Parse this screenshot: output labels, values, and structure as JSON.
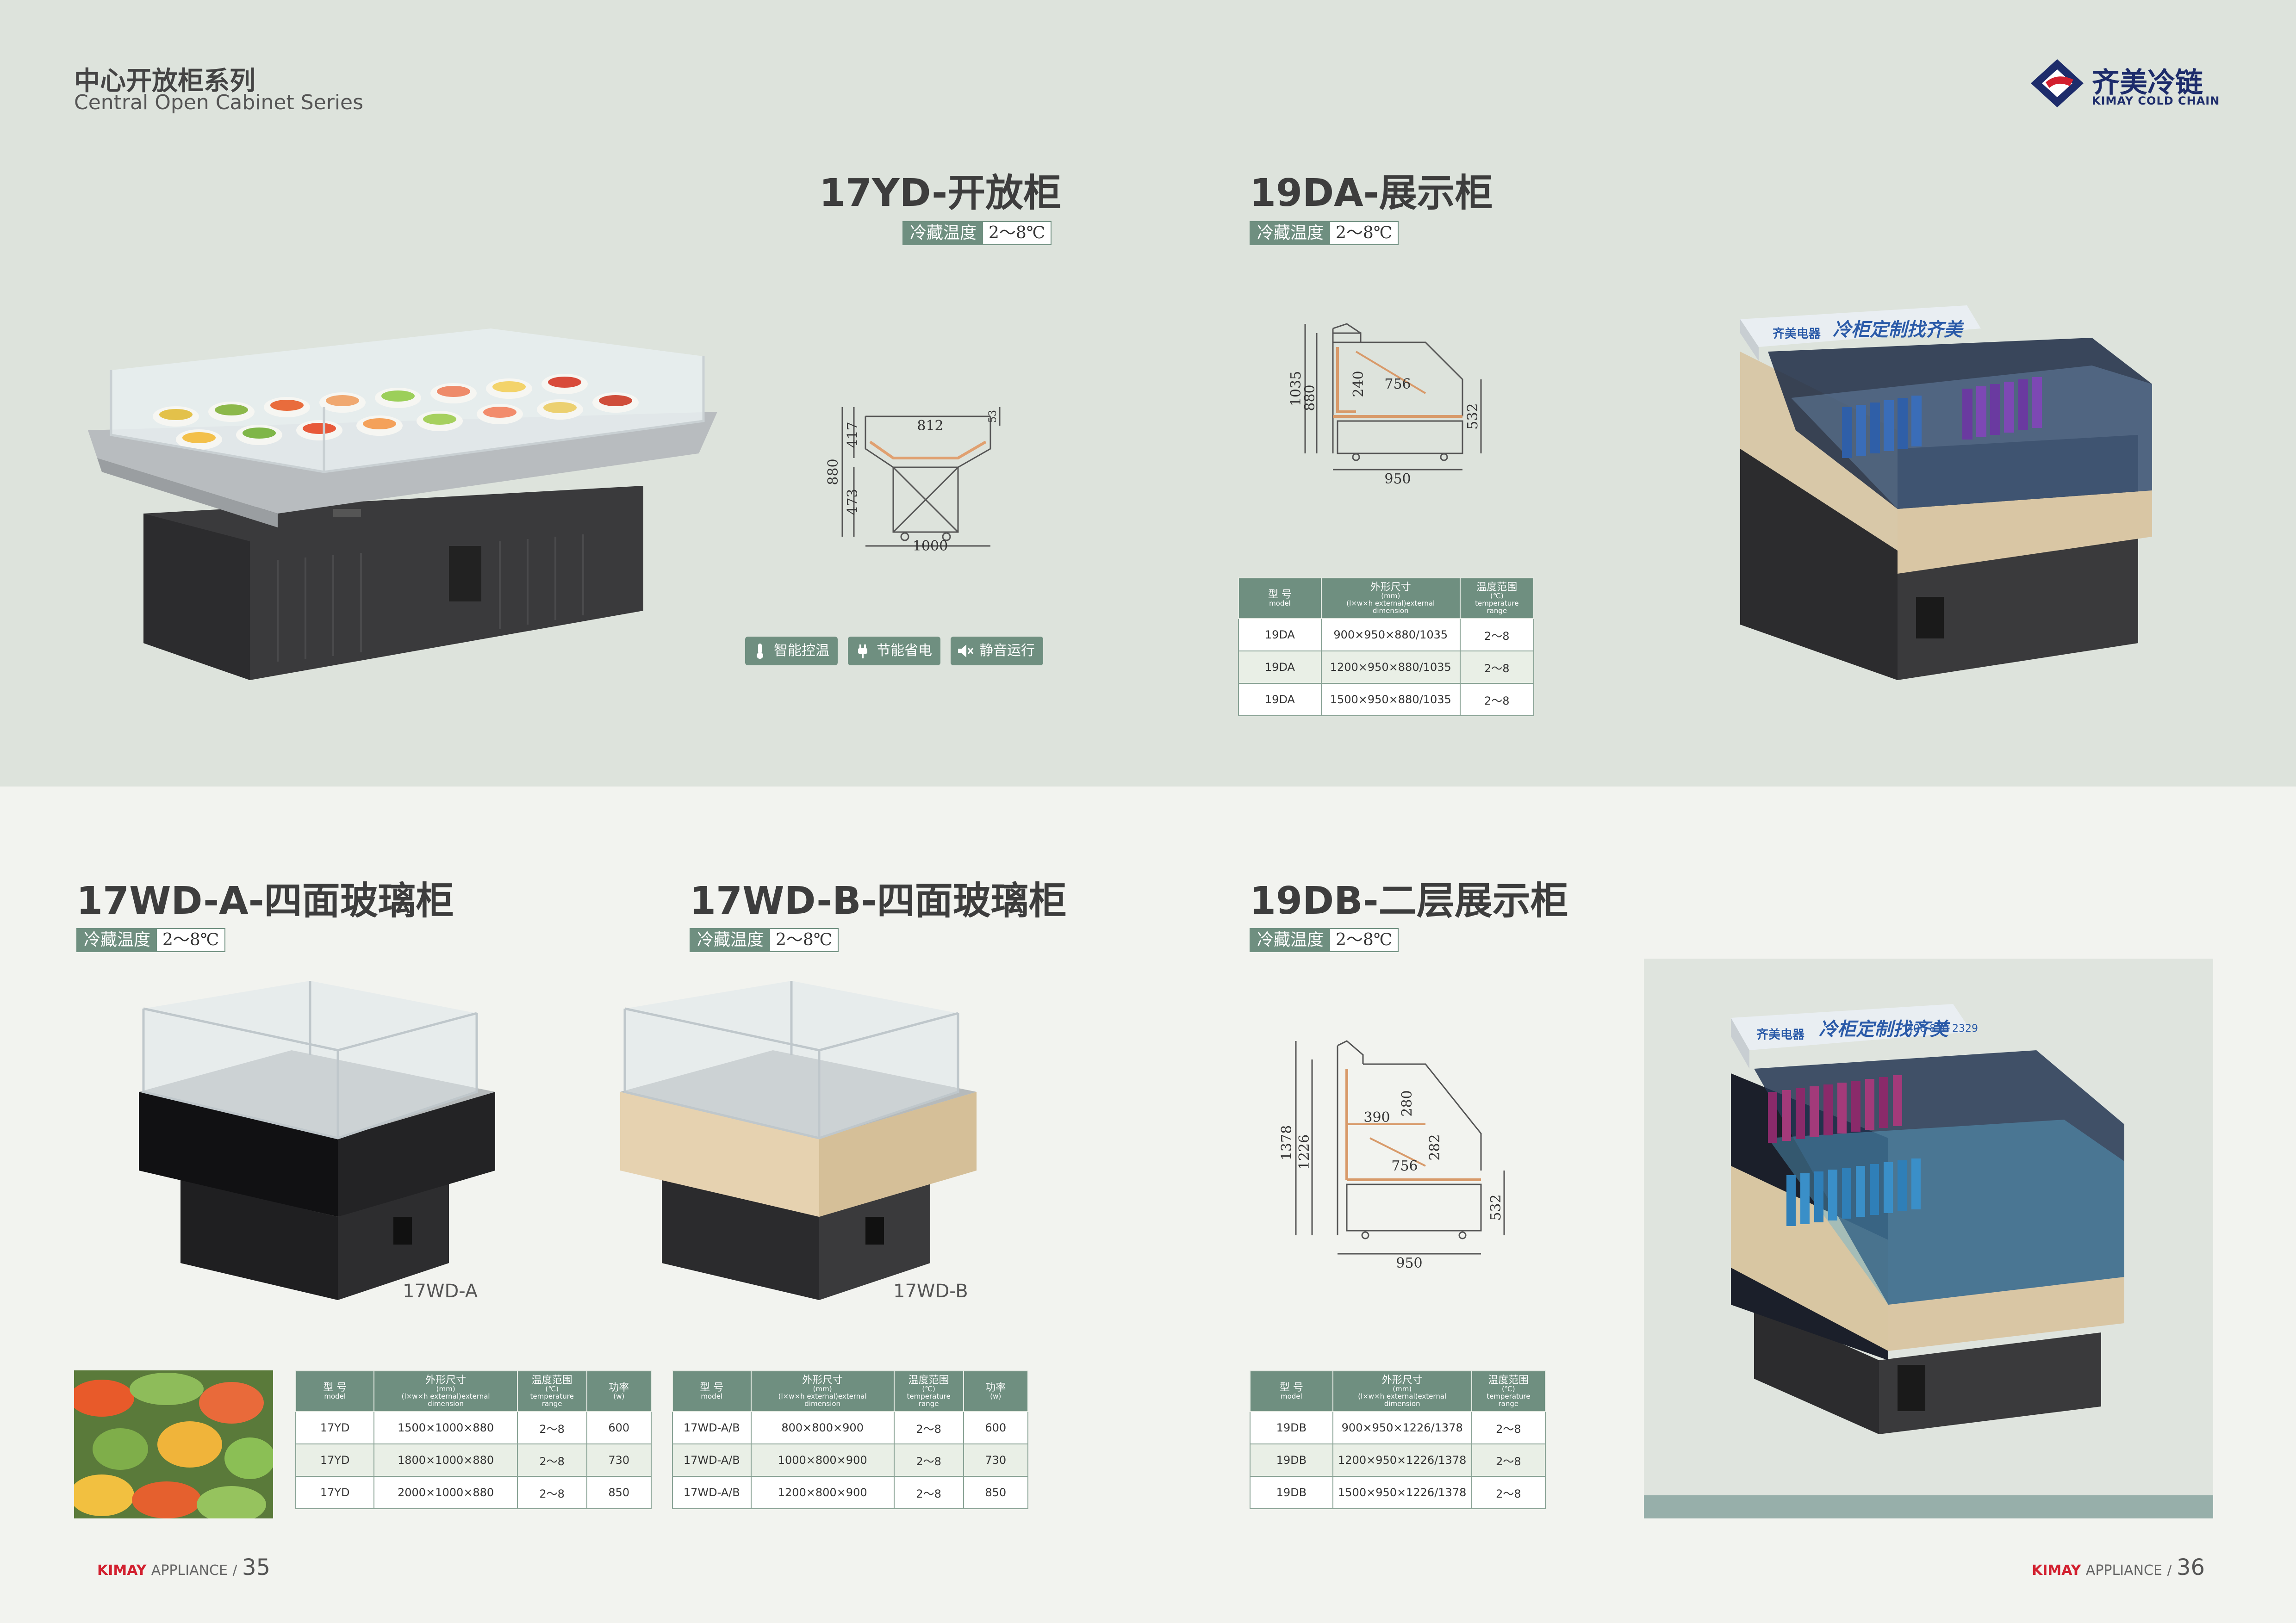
{
  "header": {
    "series_cn": "中心开放柜系列",
    "series_en": "Central Open Cabinet Series"
  },
  "brand": {
    "logo_cn": "齐美冷链",
    "logo_en": "KIMAY COLD CHAIN",
    "color": "#1d2c6b",
    "accent": "#d2202f"
  },
  "temp_label": "冷藏温度",
  "temp_value": "2～8℃",
  "products": {
    "p17yd": {
      "title": "17YD-开放柜"
    },
    "p19da": {
      "title": "19DA-展示柜"
    },
    "p17wda": {
      "title": "17WD-A-四面玻璃柜",
      "label": "17WD-A"
    },
    "p17wdb": {
      "title": "17WD-B-四面玻璃柜",
      "label": "17WD-B"
    },
    "p19db": {
      "title": "19DB-二层展示柜"
    }
  },
  "features": [
    {
      "icon": "thermometer-icon",
      "label": "智能控温"
    },
    {
      "icon": "plug-icon",
      "label": "节能省电"
    },
    {
      "icon": "mute-icon",
      "label": "静音运行"
    }
  ],
  "dims": {
    "yd": {
      "w": "812",
      "h1": "417",
      "h2": "880",
      "h3": "473",
      "d": "1000",
      "side": "53"
    },
    "da": {
      "h": "1035",
      "h2": "880",
      "h3": "240",
      "w": "756",
      "r": "532",
      "d": "950"
    },
    "db": {
      "h": "1378",
      "h2": "1226",
      "s1": "390",
      "s2": "280",
      "w": "756",
      "s3": "282",
      "r": "532",
      "d": "950"
    }
  },
  "table_headers": {
    "model": "型 号",
    "model_en": "model",
    "dim": "外形尺寸",
    "dim_sub1": "(mm)",
    "dim_sub2": "(l×w×h external)external",
    "dim_sub3": "dimension",
    "temp": "温度范围",
    "temp_sub1": "(℃)",
    "temp_sub2": "temperature",
    "temp_sub3": "range",
    "power": "功率",
    "power_sub": "(w)"
  },
  "tables": {
    "t19da": [
      [
        "19DA",
        "900×950×880/1035",
        "2～8"
      ],
      [
        "19DA",
        "1200×950×880/1035",
        "2～8"
      ],
      [
        "19DA",
        "1500×950×880/1035",
        "2～8"
      ]
    ],
    "t17yd": [
      [
        "17YD",
        "1500×1000×880",
        "2～8",
        "600"
      ],
      [
        "17YD",
        "1800×1000×880",
        "2～8",
        "730"
      ],
      [
        "17YD",
        "2000×1000×880",
        "2～8",
        "850"
      ]
    ],
    "t17wd": [
      [
        "17WD-A/B",
        "800×800×900",
        "2～8",
        "600"
      ],
      [
        "17WD-A/B",
        "1000×800×900",
        "2～8",
        "730"
      ],
      [
        "17WD-A/B",
        "1200×800×900",
        "2～8",
        "850"
      ]
    ],
    "t19db": [
      [
        "19DB",
        "900×950×1226/1378",
        "2～8"
      ],
      [
        "19DB",
        "1200×950×1226/1378",
        "2～8"
      ],
      [
        "19DB",
        "1500×950×1226/1378",
        "2～8"
      ]
    ]
  },
  "sign": {
    "brand": "齐美电器",
    "slogan": "冷柜定制找齐美",
    "phone": "400 810 2329"
  },
  "footer": {
    "kimay": "KIMAY",
    "appliance": "APPLIANCE",
    "page_left": "35",
    "page_right": "36"
  }
}
